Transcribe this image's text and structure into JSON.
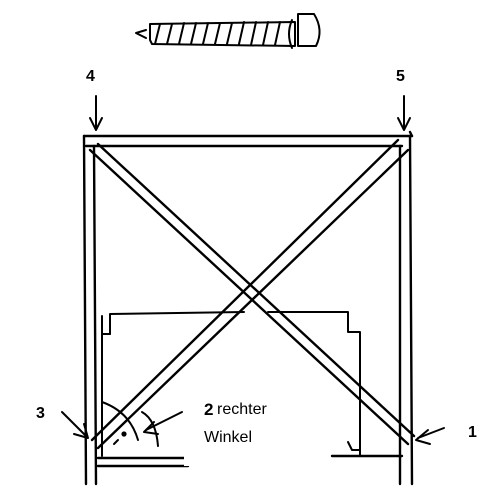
{
  "labels": {
    "corner_4": "4",
    "corner_5": "5",
    "corner_3": "3",
    "corner_1": "1",
    "step_number": "2",
    "step_text_line1": "rechter",
    "step_text_line2": "Winkel"
  },
  "colors": {
    "ink": "#000000",
    "paper": "#ffffff"
  },
  "icons": {
    "screw": "screw-icon",
    "arrow": "arrow-icon",
    "angle_dot": "angle-marker-icon"
  }
}
